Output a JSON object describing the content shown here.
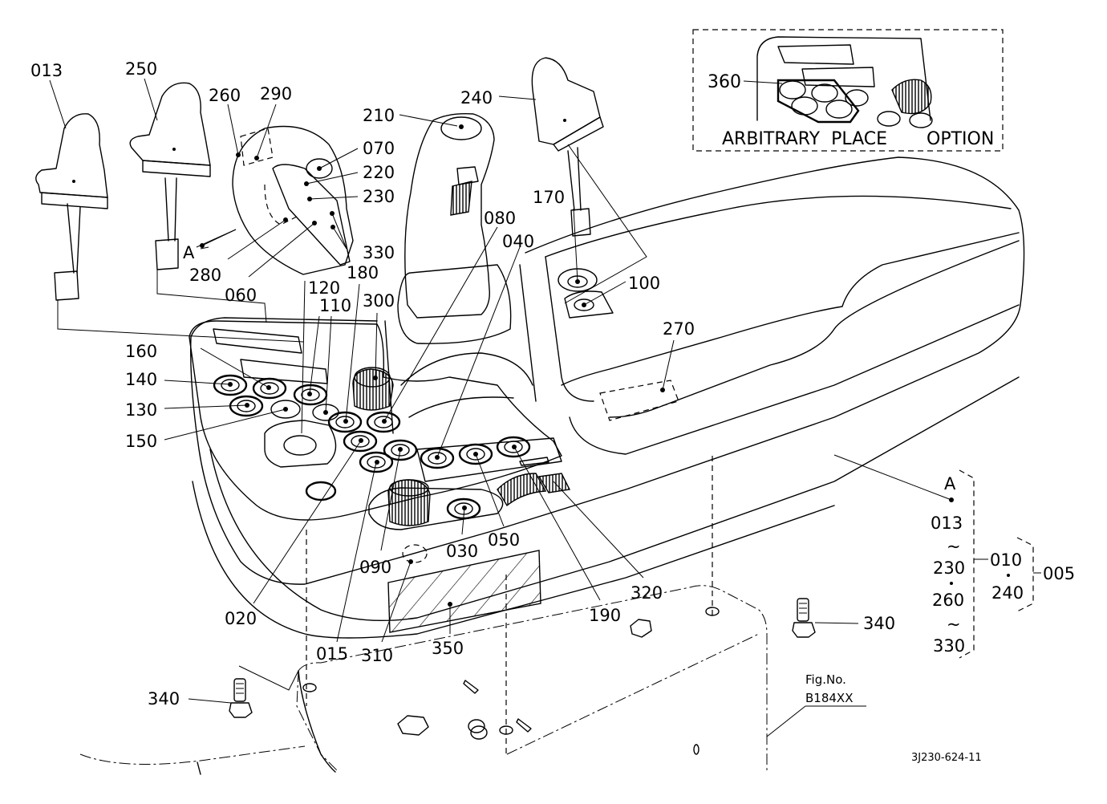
{
  "figure": {
    "fig_label": "Fig.No.",
    "fig_number": "B184XX",
    "drawing_id": "3J230-624-11"
  },
  "inset": {
    "callout": "360",
    "note_left": "ARBITRARY  PLACE",
    "note_right": "OPTION"
  },
  "callouts": {
    "c013": "013",
    "c250": "250",
    "c260": "260",
    "c290": "290",
    "c210": "210",
    "c240": "240",
    "c070": "070",
    "c220": "220",
    "c230": "230",
    "c330": "330",
    "c280": "280",
    "c060": "060",
    "cA": "A",
    "c180": "180",
    "c120": "120",
    "c110": "110",
    "c300": "300",
    "c080": "080",
    "c040": "040",
    "c170": "170",
    "c100": "100",
    "c270": "270",
    "c160": "160",
    "c140": "140",
    "c130": "130",
    "c150": "150",
    "c020": "020",
    "c015": "015",
    "c310": "310",
    "c090": "090",
    "c030": "030",
    "c050": "050",
    "c190": "190",
    "c320": "320",
    "c350": "350",
    "c340a": "340",
    "c340b": "340"
  },
  "assembly_tree": {
    "group_a": {
      "marker": "A",
      "range1_start": "013",
      "range_sep1": "~",
      "range1_end": "230",
      "range2_start": "260",
      "range_sep2": "~",
      "range2_end": "330"
    },
    "sub_assembly": {
      "part": "010",
      "plus": "240"
    },
    "top_assembly": "005"
  }
}
